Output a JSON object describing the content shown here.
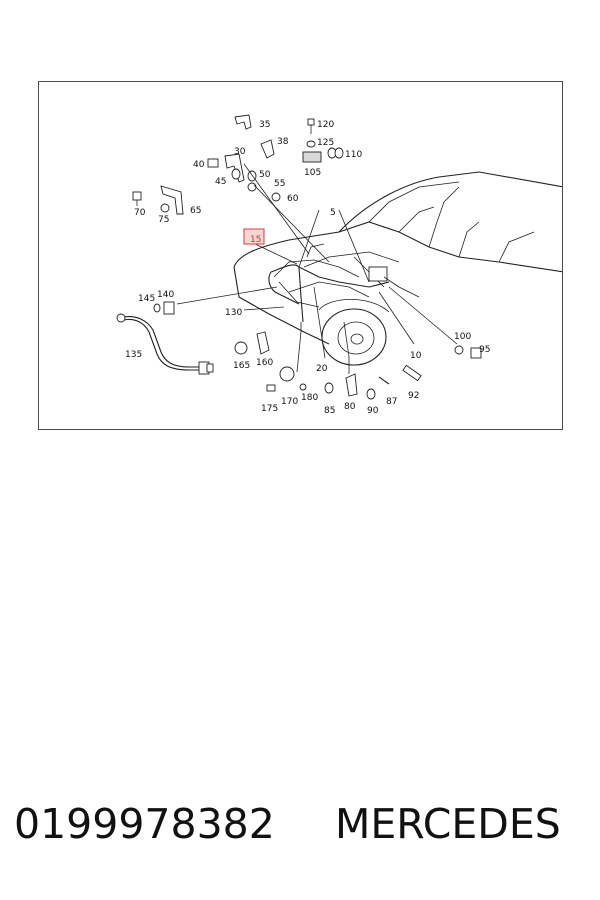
{
  "diagram": {
    "highlighted_label": "15",
    "labels": [
      "35",
      "120",
      "38",
      "125",
      "30",
      "110",
      "40",
      "105",
      "50",
      "45",
      "55",
      "60",
      "70",
      "65",
      "75",
      "5",
      "15",
      "140",
      "145",
      "130",
      "135",
      "100",
      "95",
      "165",
      "160",
      "20",
      "10",
      "170",
      "180",
      "80",
      "87",
      "92",
      "175",
      "85",
      "90"
    ]
  },
  "footer": {
    "part_number": "0199978382",
    "brand": "MERCEDES"
  }
}
